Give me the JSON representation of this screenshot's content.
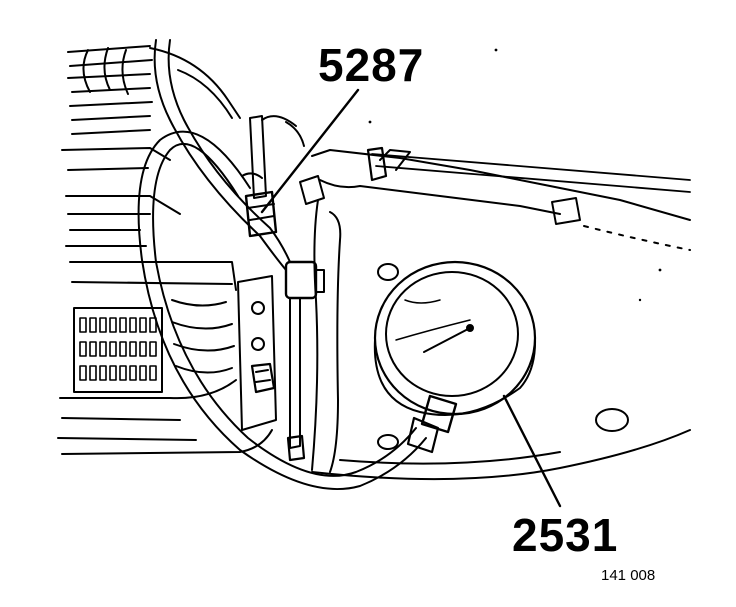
{
  "figure": {
    "callouts": [
      {
        "id": "5287",
        "text": "5287"
      },
      {
        "id": "2531",
        "text": "2531"
      }
    ],
    "figure_number": "141 008"
  },
  "colors": {
    "line": "#000000",
    "background": "#ffffff"
  }
}
